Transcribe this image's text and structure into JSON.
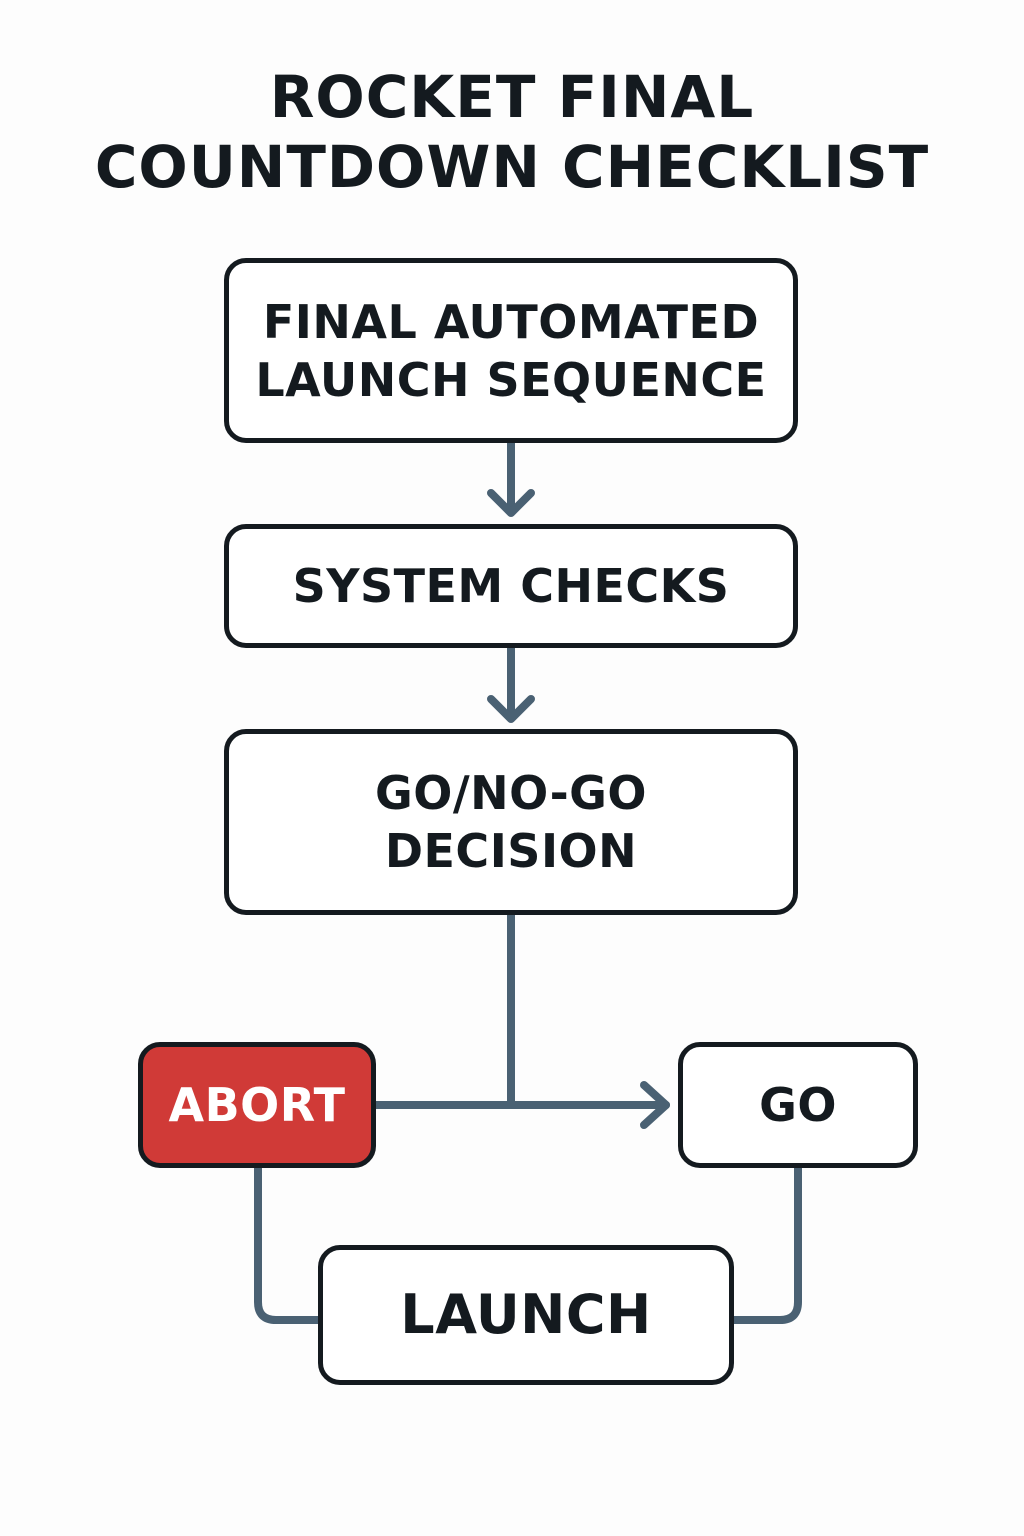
{
  "title": {
    "line1": "ROCKET FINAL",
    "line2": "COUNTDOWN CHECKLIST"
  },
  "nodes": {
    "final_sequence": {
      "line1": "FINAL AUTOMATED",
      "line2": "LAUNCH SEQUENCE"
    },
    "system_checks": {
      "label": "SYSTEM CHECKS"
    },
    "go_no_go": {
      "line1": "GO/NO-GO",
      "line2": "DECISION"
    },
    "abort": {
      "label": "ABORT"
    },
    "go": {
      "label": "GO"
    },
    "launch": {
      "label": "LAUNCH"
    }
  },
  "colors": {
    "connector": "#4a6173",
    "border": "#141a1f",
    "abort_fill": "#d03a37",
    "node_fill": "#ffffff"
  }
}
